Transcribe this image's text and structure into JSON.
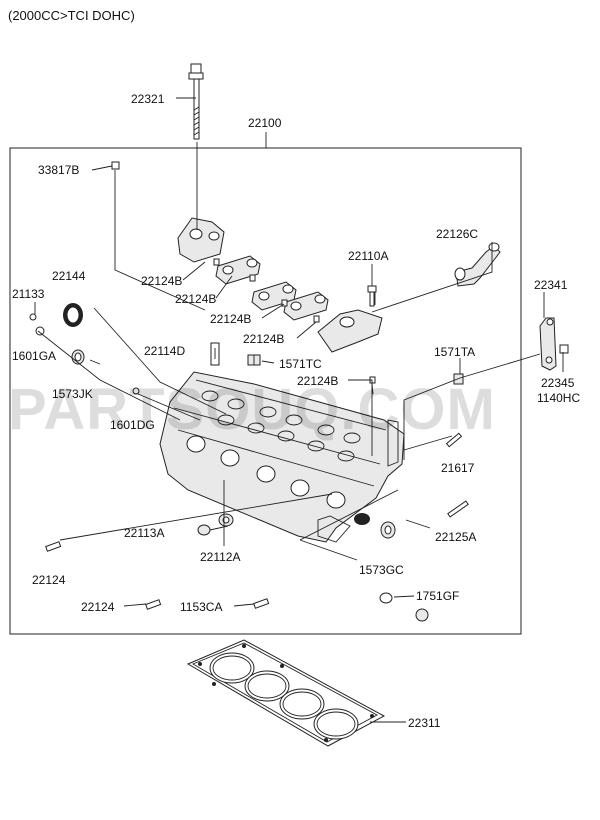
{
  "diagram": {
    "header": "(2000CC>TCI DOHC)",
    "watermark": "PARTSOUQ.COM",
    "callouts": {
      "p22321": "22321",
      "p22100": "22100",
      "p33817B": "33817B",
      "p22124B_1": "22124B",
      "p22124B_2": "22124B",
      "p22124B_3": "22124B",
      "p22124B_4": "22124B",
      "p22124B_5": "22124B",
      "p22110A": "22110A",
      "p22126C": "22126C",
      "p22144": "22144",
      "p21133": "21133",
      "p1601GA": "1601GA",
      "p1573JK": "1573JK",
      "p22114D": "22114D",
      "p1571TC": "1571TC",
      "p1601DG": "1601DG",
      "p1571TA": "1571TA",
      "p22341": "22341",
      "p22345": "22345",
      "p1140HC": "1140HC",
      "p21617": "21617",
      "p22113A": "22113A",
      "p22112A": "22112A",
      "p22125A": "22125A",
      "p1573GC": "1573GC",
      "p22124_1": "22124",
      "p22124_2": "22124",
      "p1153CA": "1153CA",
      "p1751GF": "1751GF",
      "p22311": "22311"
    }
  }
}
